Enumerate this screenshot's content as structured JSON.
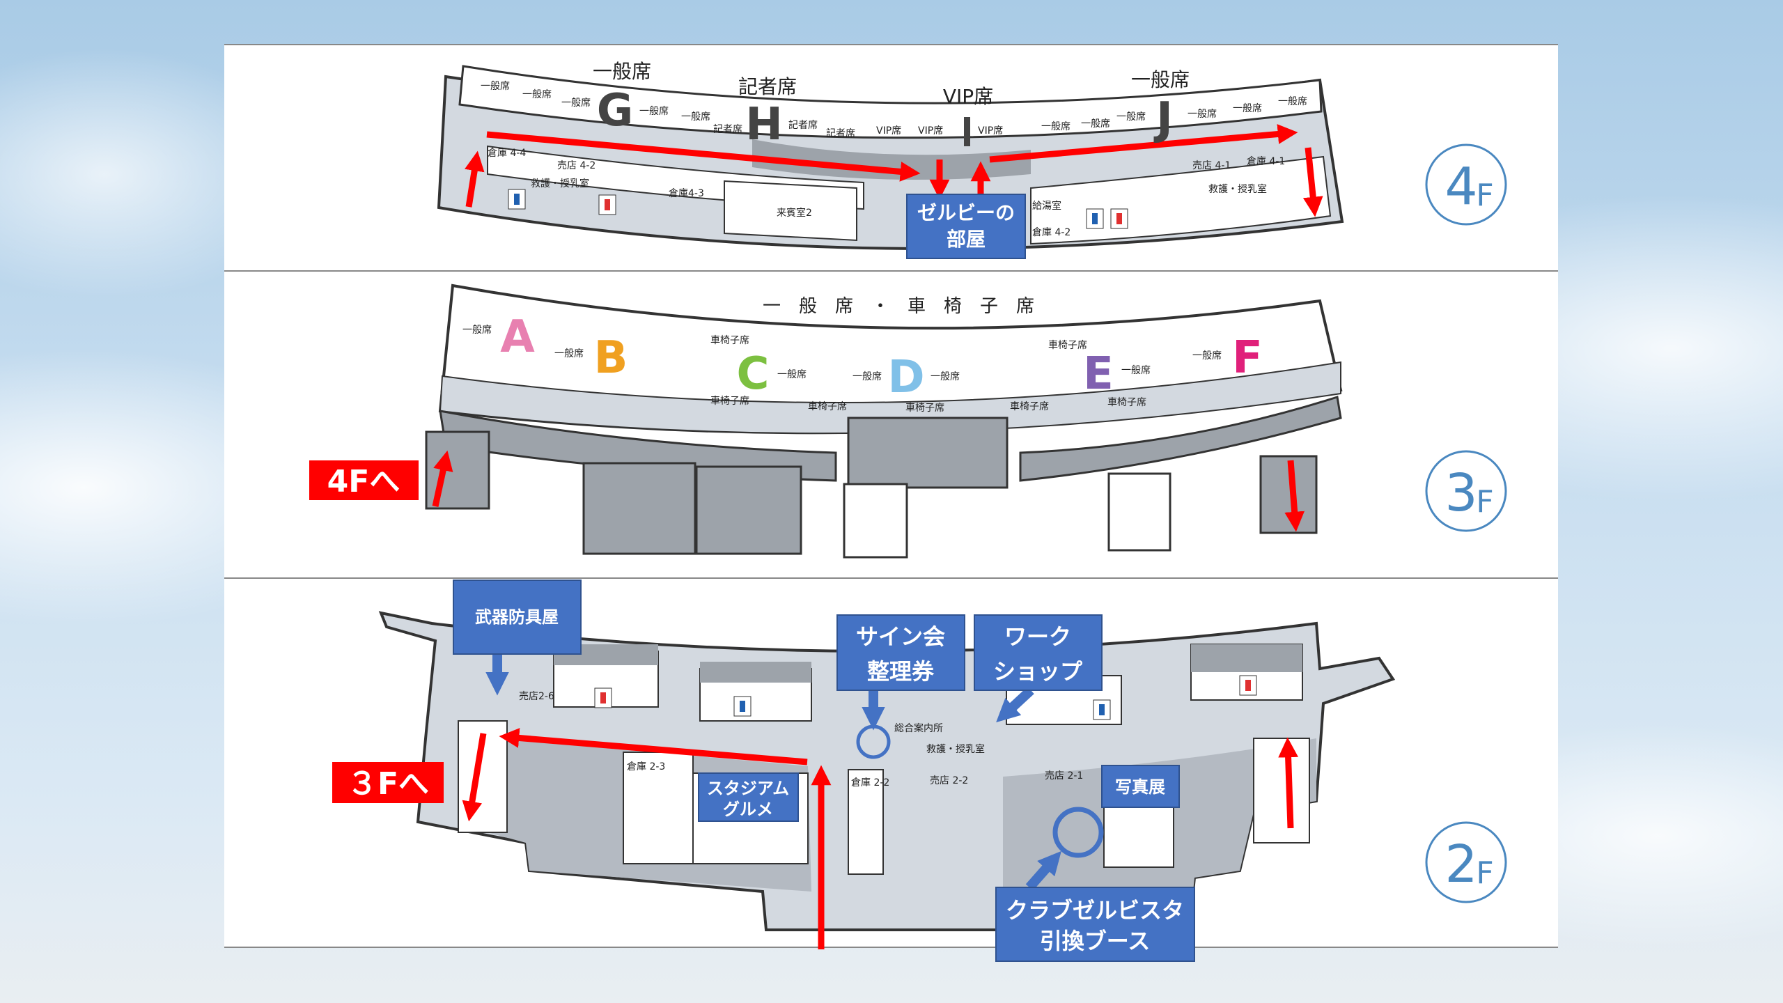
{
  "colors": {
    "callout": "#4472c4",
    "arrow": "#ff0000",
    "concourse": "#d3d9e0",
    "dark": "#9da3aa",
    "floor_badge": "#4a88c0"
  },
  "floors": {
    "f4": {
      "badge_num": "4",
      "badge_f": "F",
      "headers": [
        "一般席",
        "記者席",
        "VIP席",
        "一般席"
      ],
      "letters": [
        "G",
        "H",
        "J"
      ],
      "seats": [
        "一般席",
        "一般席",
        "一般席",
        "一般席",
        "一般席",
        "記者席",
        "記者席",
        "記者席",
        "VIP席",
        "VIP席",
        "VIP席",
        "一般席",
        "一般席",
        "一般席",
        "一般席",
        "一般席",
        "一般席"
      ],
      "rooms": [
        "倉庫 4-4",
        "売店 4-2",
        "救護・授乳室",
        "倉庫4-3",
        "来賓室2",
        "給湯室",
        "倉庫 4-2",
        "売店 4-1",
        "倉庫 4-1",
        "救護・授乳室"
      ],
      "callout": "ゼルビーの部屋"
    },
    "f3": {
      "badge_num": "3",
      "badge_f": "F",
      "header": "一　般　席　・　車　椅　子　席",
      "sections": [
        {
          "letter": "A",
          "color": "#e880b0"
        },
        {
          "letter": "B",
          "color": "#f0a020"
        },
        {
          "letter": "C",
          "color": "#7cc040"
        },
        {
          "letter": "D",
          "color": "#80c0e8"
        },
        {
          "letter": "E",
          "color": "#8060b0"
        },
        {
          "letter": "F",
          "color": "#e0207a"
        }
      ],
      "seat_label": "一般席",
      "wheelchair_label": "車椅子席",
      "to_label": "4Fへ"
    },
    "f2": {
      "badge_num": "2",
      "badge_f": "F",
      "rooms": [
        "売店2-6",
        "倉庫 2-3",
        "倉庫 2-2",
        "売店 2-2",
        "売店 2-1",
        "総合案内所",
        "救護・授乳室"
      ],
      "callouts": {
        "armory": "武器防具屋",
        "sign_1": "サイン会",
        "sign_2": "整理券",
        "workshop_1": "ワーク",
        "workshop_2": "ショップ",
        "gourmet_1": "スタジアム",
        "gourmet_2": "グルメ",
        "photo": "写真展",
        "club_1": "クラブゼルビスタ",
        "club_2": "引換ブース"
      },
      "to_label": "３Fへ"
    }
  }
}
